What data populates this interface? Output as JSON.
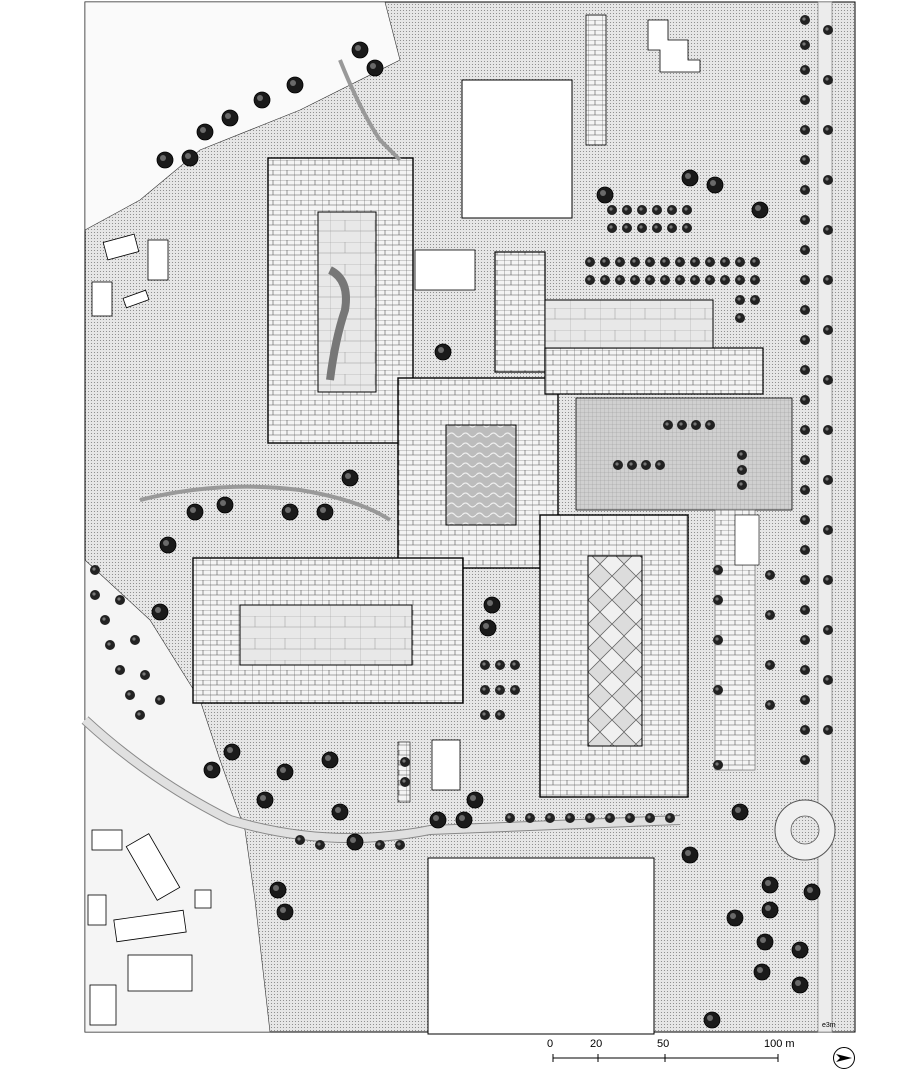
{
  "drawing": {
    "type": "architectural site plan",
    "colors": {
      "background": "#ffffff",
      "ink": "#000000",
      "site_fill": "#d9d9d9",
      "paving": "#c8c8c8",
      "water": "#bfbfbf",
      "tree": "#1a1a1a"
    }
  },
  "scale": {
    "ticks": [
      "0",
      "20",
      "50",
      "100 m"
    ]
  },
  "north_arrow": {
    "icon": "north-arrow-icon"
  },
  "small_text": "e3m"
}
